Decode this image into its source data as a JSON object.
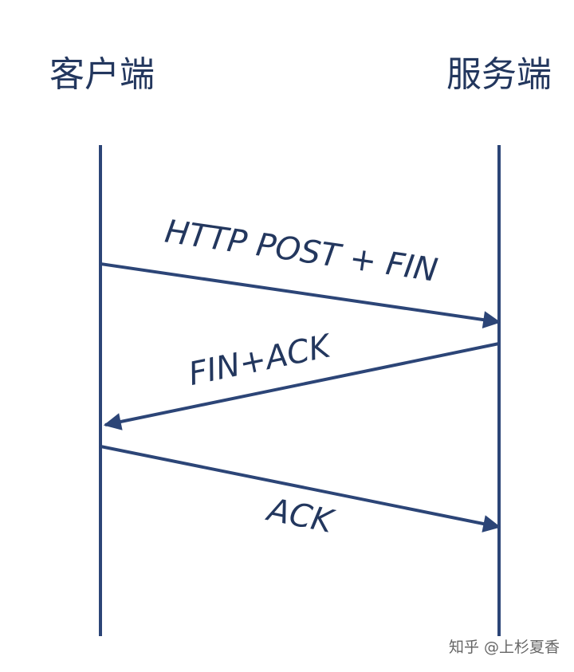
{
  "participants": {
    "client": "客户端",
    "server": "服务端"
  },
  "messages": [
    {
      "label": "HTTP POST + FIN",
      "from": "client",
      "to": "server"
    },
    {
      "label": "FIN+ACK",
      "from": "server",
      "to": "client"
    },
    {
      "label": "ACK",
      "from": "client",
      "to": "server"
    }
  ],
  "watermark": "知乎 @上杉夏香",
  "colors": {
    "line": "#2c4577",
    "text": "#23375e",
    "watermark": "#666666"
  }
}
